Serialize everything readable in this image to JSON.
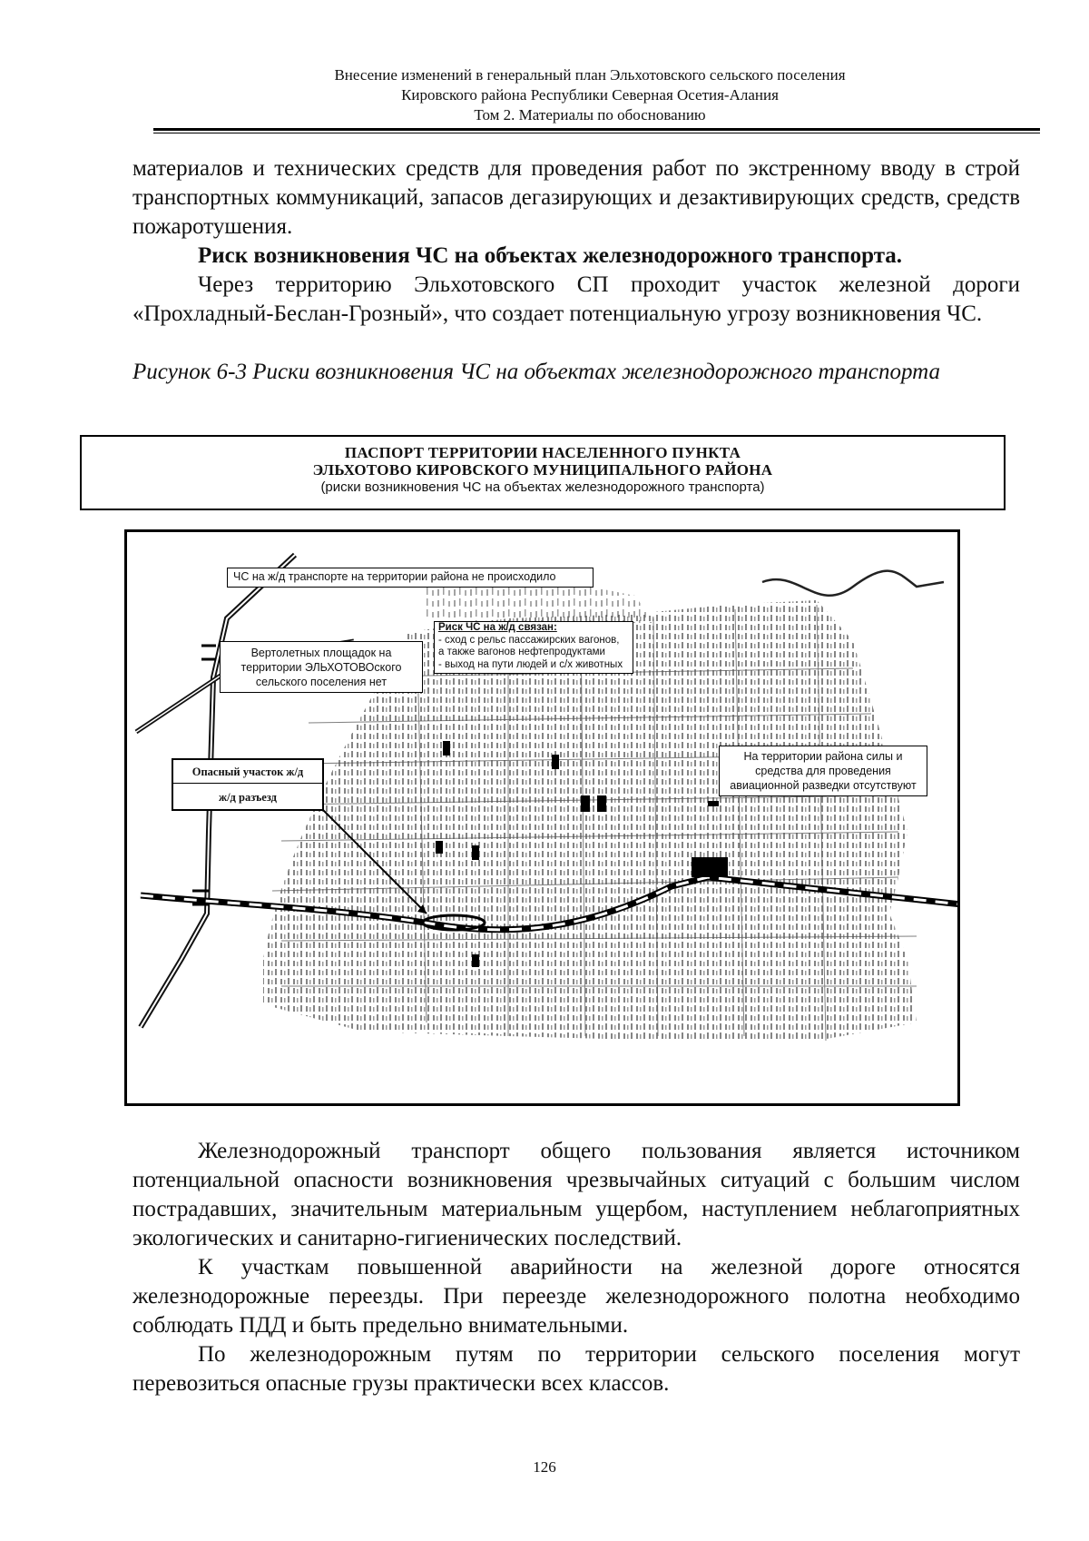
{
  "header": {
    "line1": "Внесение изменений в генеральный план Эльхотовского сельского поселения",
    "line2": "Кировского района Республики Северная Осетия-Алания",
    "line3": "Том 2. Материалы по обоснованию"
  },
  "paragraphs": {
    "p1": "материалов и технических средств для проведения работ по экстренному вводу в строй транспортных коммуникаций, запасов дегазирующих и дезактивирующих средств, средств пожаротушения.",
    "heading": "Риск возникновения ЧС на объектах железнодорожного транспорта.",
    "p2": "Через территорию Эльхотовского СП проходит участок железной дороги «Прохладный-Беслан-Грозный», что создает потенциальную угрозу возникновения ЧС.",
    "caption": "Рисунок 6-3 Риски возникновения ЧС на объектах железнодорожного транспорта",
    "p3": "Железнодорожный транспорт общего пользования является источником потенциальной опасности возникновения чрезвычайных ситуаций с большим числом пострадавших, значительным материальным ущербом, наступлением неблагоприятных экологических и санитарно-гигиенических последствий.",
    "p4": "К участкам повышенной аварийности на железной дороге относятся железнодорожные переезды. При переезде железнодорожного полотна необходимо соблюдать ПДД и быть предельно внимательными.",
    "p5": "По железнодорожным путям по территории сельского поселения могут перевозиться опасные грузы практически всех классов."
  },
  "passport": {
    "title1": "ПАСПОРТ ТЕРРИТОРИИ НАСЕЛЕННОГО ПУНКТА",
    "title2": "ЭЛЬХОТОВО  КИРОВСКОГО МУНИЦИПАЛЬНОГО РАЙОНА",
    "subtitle": "(риски возникновения ЧС на объектах железнодорожного транспорта)"
  },
  "map": {
    "label_no_incidents": "ЧС на ж/д транспорте на территории района не происходило",
    "label_risk_title": "Риск ЧС на ж/д связан:",
    "label_risk_line1": "- сход с рельс пассажирских вагонов,",
    "label_risk_line2": "а также вагонов  нефтепродуктами",
    "label_risk_line3": "- выход на пути людей и с/х животных",
    "label_heliport_line1": "Вертолетных площадок на",
    "label_heliport_line2": "территории ЭЛЬХОТОВОского",
    "label_heliport_line3": "сельского поселения нет",
    "label_danger_line1": "Опасный участок ж/д",
    "label_danger_line2": "ж/д разъезд",
    "label_aviation_line1": "На территории района  силы и",
    "label_aviation_line2": "средства для проведения",
    "label_aviation_line3": "авиационной разведки отсутствуют"
  },
  "page_number": "126"
}
